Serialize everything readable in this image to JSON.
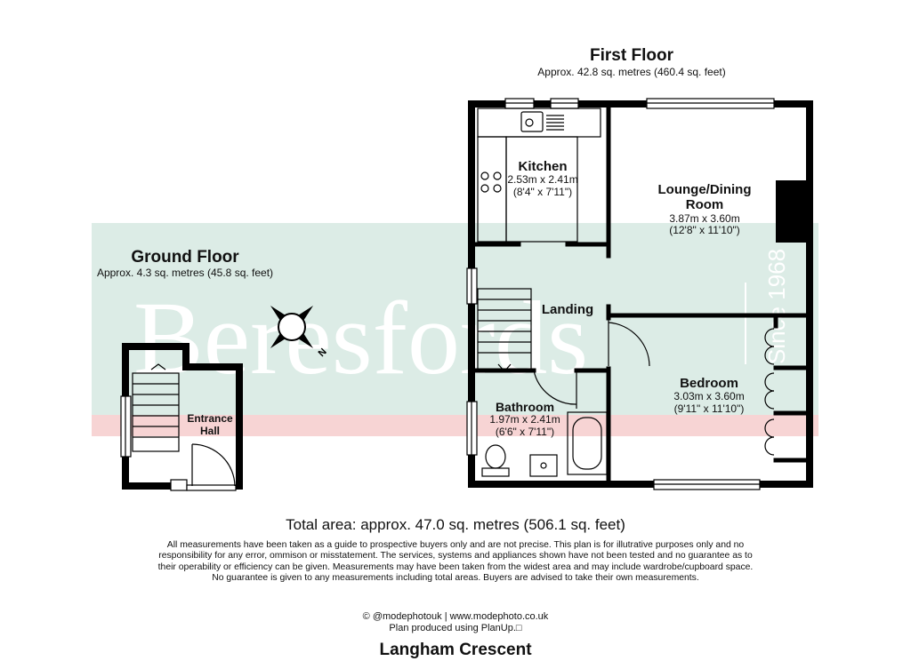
{
  "watermark": {
    "brand": "Beresfords",
    "since": "Since 1968",
    "band_color": "#dcece6",
    "stripe_color": "#f7d4d4"
  },
  "first_floor": {
    "title": "First Floor",
    "area": "Approx. 42.8 sq. metres (460.4 sq. feet)"
  },
  "ground_floor": {
    "title": "Ground Floor",
    "area": "Approx. 4.3 sq. metres (45.8 sq. feet)"
  },
  "rooms": {
    "kitchen": {
      "name": "Kitchen",
      "metric": "2.53m x 2.41m",
      "imperial": "(8'4\" x 7'11\")"
    },
    "lounge": {
      "name_line1": "Lounge/Dining",
      "name_line2": "Room",
      "metric": "3.87m x 3.60m",
      "imperial": "(12'8\" x 11'10\")"
    },
    "landing": {
      "name": "Landing"
    },
    "bedroom": {
      "name": "Bedroom",
      "metric": "3.03m x 3.60m",
      "imperial": "(9'11\" x 11'10\")"
    },
    "bathroom": {
      "name": "Bathroom",
      "metric": "1.97m x 2.41m",
      "imperial": "(6'6\" x 7'11\")"
    },
    "entrance": {
      "name_line1": "Entrance",
      "name_line2": "Hall"
    }
  },
  "compass": {
    "label": "N"
  },
  "total_area": "Total area: approx. 47.0 sq. metres (506.1 sq. feet)",
  "disclaimer": "All measurements have been taken as a guide to prospective buyers only and are not precise. This plan is for illutrative purposes only and no responsibility for any error, ommison or misstatement. The services, systems and appliances shown have not been tested and no guarantee as to their operability or efficiency can be given. Measurements may have been taken from the widest area and may include wardrobe/cupboard space. No guarantee is given to any measurements including total areas. Buyers are advised to take their own measurements.",
  "credits": {
    "line1": "© @modephotouk | www.modephoto.co.uk",
    "line2": "Plan produced using PlanUp.□"
  },
  "address": "Langham Crescent"
}
